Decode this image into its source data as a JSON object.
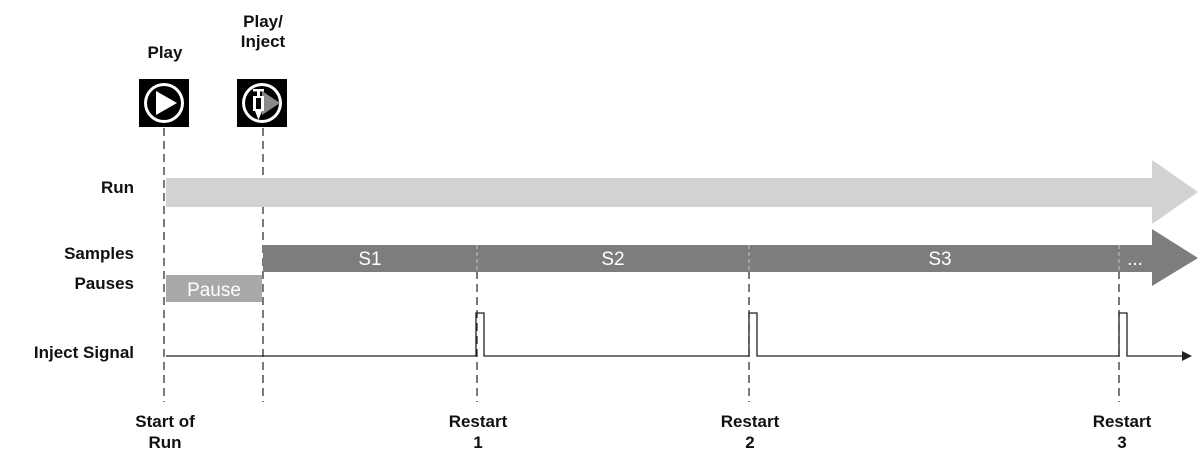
{
  "header": {
    "play_label": "Play",
    "play_inject_label_line1": "Play/",
    "play_inject_label_line2": "Inject"
  },
  "rows": {
    "run": "Run",
    "samples": "Samples",
    "pauses": "Pauses",
    "inject_signal": "Inject Signal"
  },
  "segments": {
    "pause": "Pause",
    "s1": "S1",
    "s2": "S2",
    "s3": "S3",
    "more": "..."
  },
  "markers": {
    "start_line1": "Start of",
    "start_line2": "Run",
    "restart1_line1": "Restart",
    "restart1_line2": "1",
    "restart2_line1": "Restart",
    "restart2_line2": "2",
    "restart3_line1": "Restart",
    "restart3_line2": "3"
  },
  "icons": {
    "play": "play-icon",
    "play_inject": "play-inject-icon"
  },
  "colors": {
    "run_bar": "#d2d2d2",
    "samples_bar": "#7d7d7d",
    "pause_bar": "#a9a9a9",
    "line": "#222222"
  }
}
